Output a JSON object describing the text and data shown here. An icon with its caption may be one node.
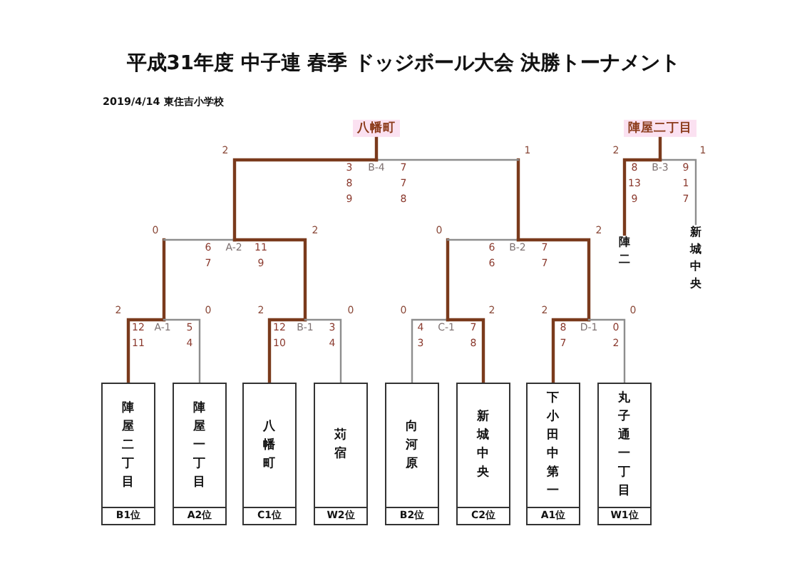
{
  "diagram": {
    "title": "平成31年度 中子連 春季 ドッジボール大会 決勝トーナメント",
    "nodes": [
      {
        "text": [
          "八幡町"
        ]
      },
      {
        "text": [
          "陣屋二丁目"
        ]
      },
      {
        "text": [
          "陣二"
        ]
      },
      {
        "text": [
          "新城中央"
        ]
      },
      {
        "text": [
          "陣屋二丁目",
          "B1位"
        ]
      },
      {
        "text": [
          "陣屋一丁目",
          "A2位"
        ]
      },
      {
        "text": [
          "八幡町",
          "C1位"
        ]
      },
      {
        "text": [
          "苅宿",
          "W2位"
        ]
      },
      {
        "text": [
          "向河原",
          "B2位"
        ]
      },
      {
        "text": [
          "新城中央",
          "C2位"
        ]
      },
      {
        "text": [
          "下小田中第一",
          "A1位"
        ]
      },
      {
        "text": [
          "丸子通一丁目",
          "W1位"
        ]
      }
    ],
    "edges": [
      {
        "from": 4,
        "to": 0,
        "arrow": "none"
      },
      {
        "from": 5,
        "to": 0,
        "arrow": "none"
      },
      {
        "from": 6,
        "to": 0,
        "arrow": "none"
      },
      {
        "from": 7,
        "to": 0,
        "arrow": "none"
      },
      {
        "from": 8,
        "to": 0,
        "arrow": "none",
        "color": "#8e8e8e"
      },
      {
        "from": 9,
        "to": 0,
        "arrow": "none",
        "color": "#8e8e8e"
      },
      {
        "from": 10,
        "to": 0,
        "arrow": "none"
      },
      {
        "from": 11,
        "to": 0,
        "arrow": "none"
      },
      {
        "from": 2,
        "to": 1,
        "arrow": "none"
      },
      {
        "from": 3,
        "to": 1,
        "arrow": "none",
        "color": "#8e8e8e"
      }
    ],
    "labels": [
      "2019/4/14 東住吉小学校",
      "2",
      "1",
      "2",
      "1",
      "3",
      "B-4",
      "7",
      "8",
      "B-3",
      "9",
      "8",
      "7",
      "13",
      "1",
      "9",
      "8",
      "9",
      "7",
      "0",
      "2",
      "0",
      "2",
      "6",
      "A-2",
      "11",
      "6",
      "B-2",
      "7",
      "7",
      "9",
      "6",
      "7",
      "2",
      "0",
      "2",
      "0",
      "0",
      "2",
      "2",
      "0",
      "12",
      "A-1",
      "5",
      "12",
      "B-1",
      "3",
      "4",
      "C-1",
      "7",
      "8",
      "D-1",
      "0",
      "11",
      "4",
      "10",
      "4",
      "3",
      "8",
      "7",
      "2"
    ]
  }
}
